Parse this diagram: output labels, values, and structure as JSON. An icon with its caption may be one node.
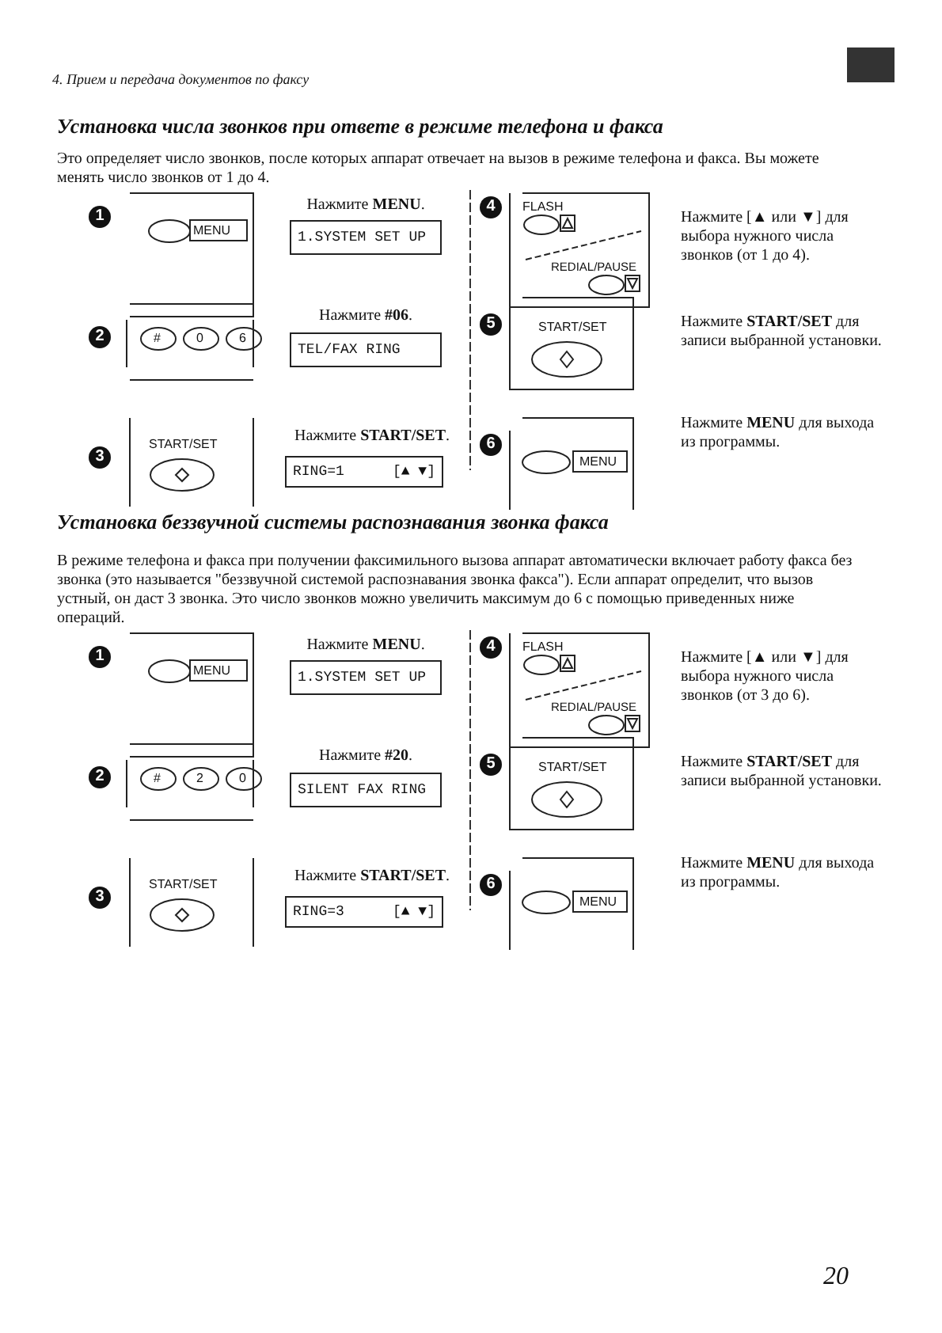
{
  "diagram": {
    "labels": [
      "4. Прием и передача документов по факсу",
      "Установка числа звонков при ответе в режиме телефона и факса",
      "Это определяет число звонков, после которых аппарат отвечает на вызов в режиме телефона и факса. Вы можете менять число звонков от 1 до 4.",
      "1",
      "MENU",
      "Нажмите **MENU**.",
      "1.SYSTEM SET UP",
      "4",
      "FLASH",
      "REDIAL/PAUSE",
      "Нажмите [▲ или ▼] для выбора нужного числа звонков (от 1 до 4).",
      "2",
      "#",
      "0",
      "6",
      "Нажмите **#06**.",
      "TEL/FAX RING",
      "5",
      "START/SET",
      "Нажмите **START/SET** для записи выбранной установки.",
      "3",
      "START/SET",
      "Нажмите **START/SET**.",
      "RING=1",
      "[▲ ▼]",
      "6",
      "MENU",
      "Нажмите **MENU** для выхода из программы.",
      "Установка беззвучной системы распознавания звонка факса",
      "В режиме телефона и факса при получении факсимильного вызова аппарат автоматически включает работу факса без звонка (это называется \"беззвучной системой распознавания звонка факса\"). Если аппарат определит, что вызов устный, он даст 3 звонка. Это число звонков можно увеличить максимум до 6 с помощью приведенных ниже операций.",
      "1",
      "MENU",
      "Нажмите **MENU**.",
      "1.SYSTEM SET UP",
      "4",
      "FLASH",
      "REDIAL/PAUSE",
      "Нажмите [▲ или ▼] для выбора нужного числа звонков (от 3 до 6).",
      "2",
      "#",
      "2",
      "0",
      "Нажмите **#20**.",
      "SILENT FAX RING",
      "5",
      "START/SET",
      "Нажмите **START/SET** для записи выбранной установки.",
      "3",
      "START/SET",
      "Нажмите **START/SET**.",
      "RING=3",
      "[▲ ▼]",
      "6",
      "MENU",
      "Нажмите **MENU** для выхода из программы.",
      "20"
    ]
  }
}
